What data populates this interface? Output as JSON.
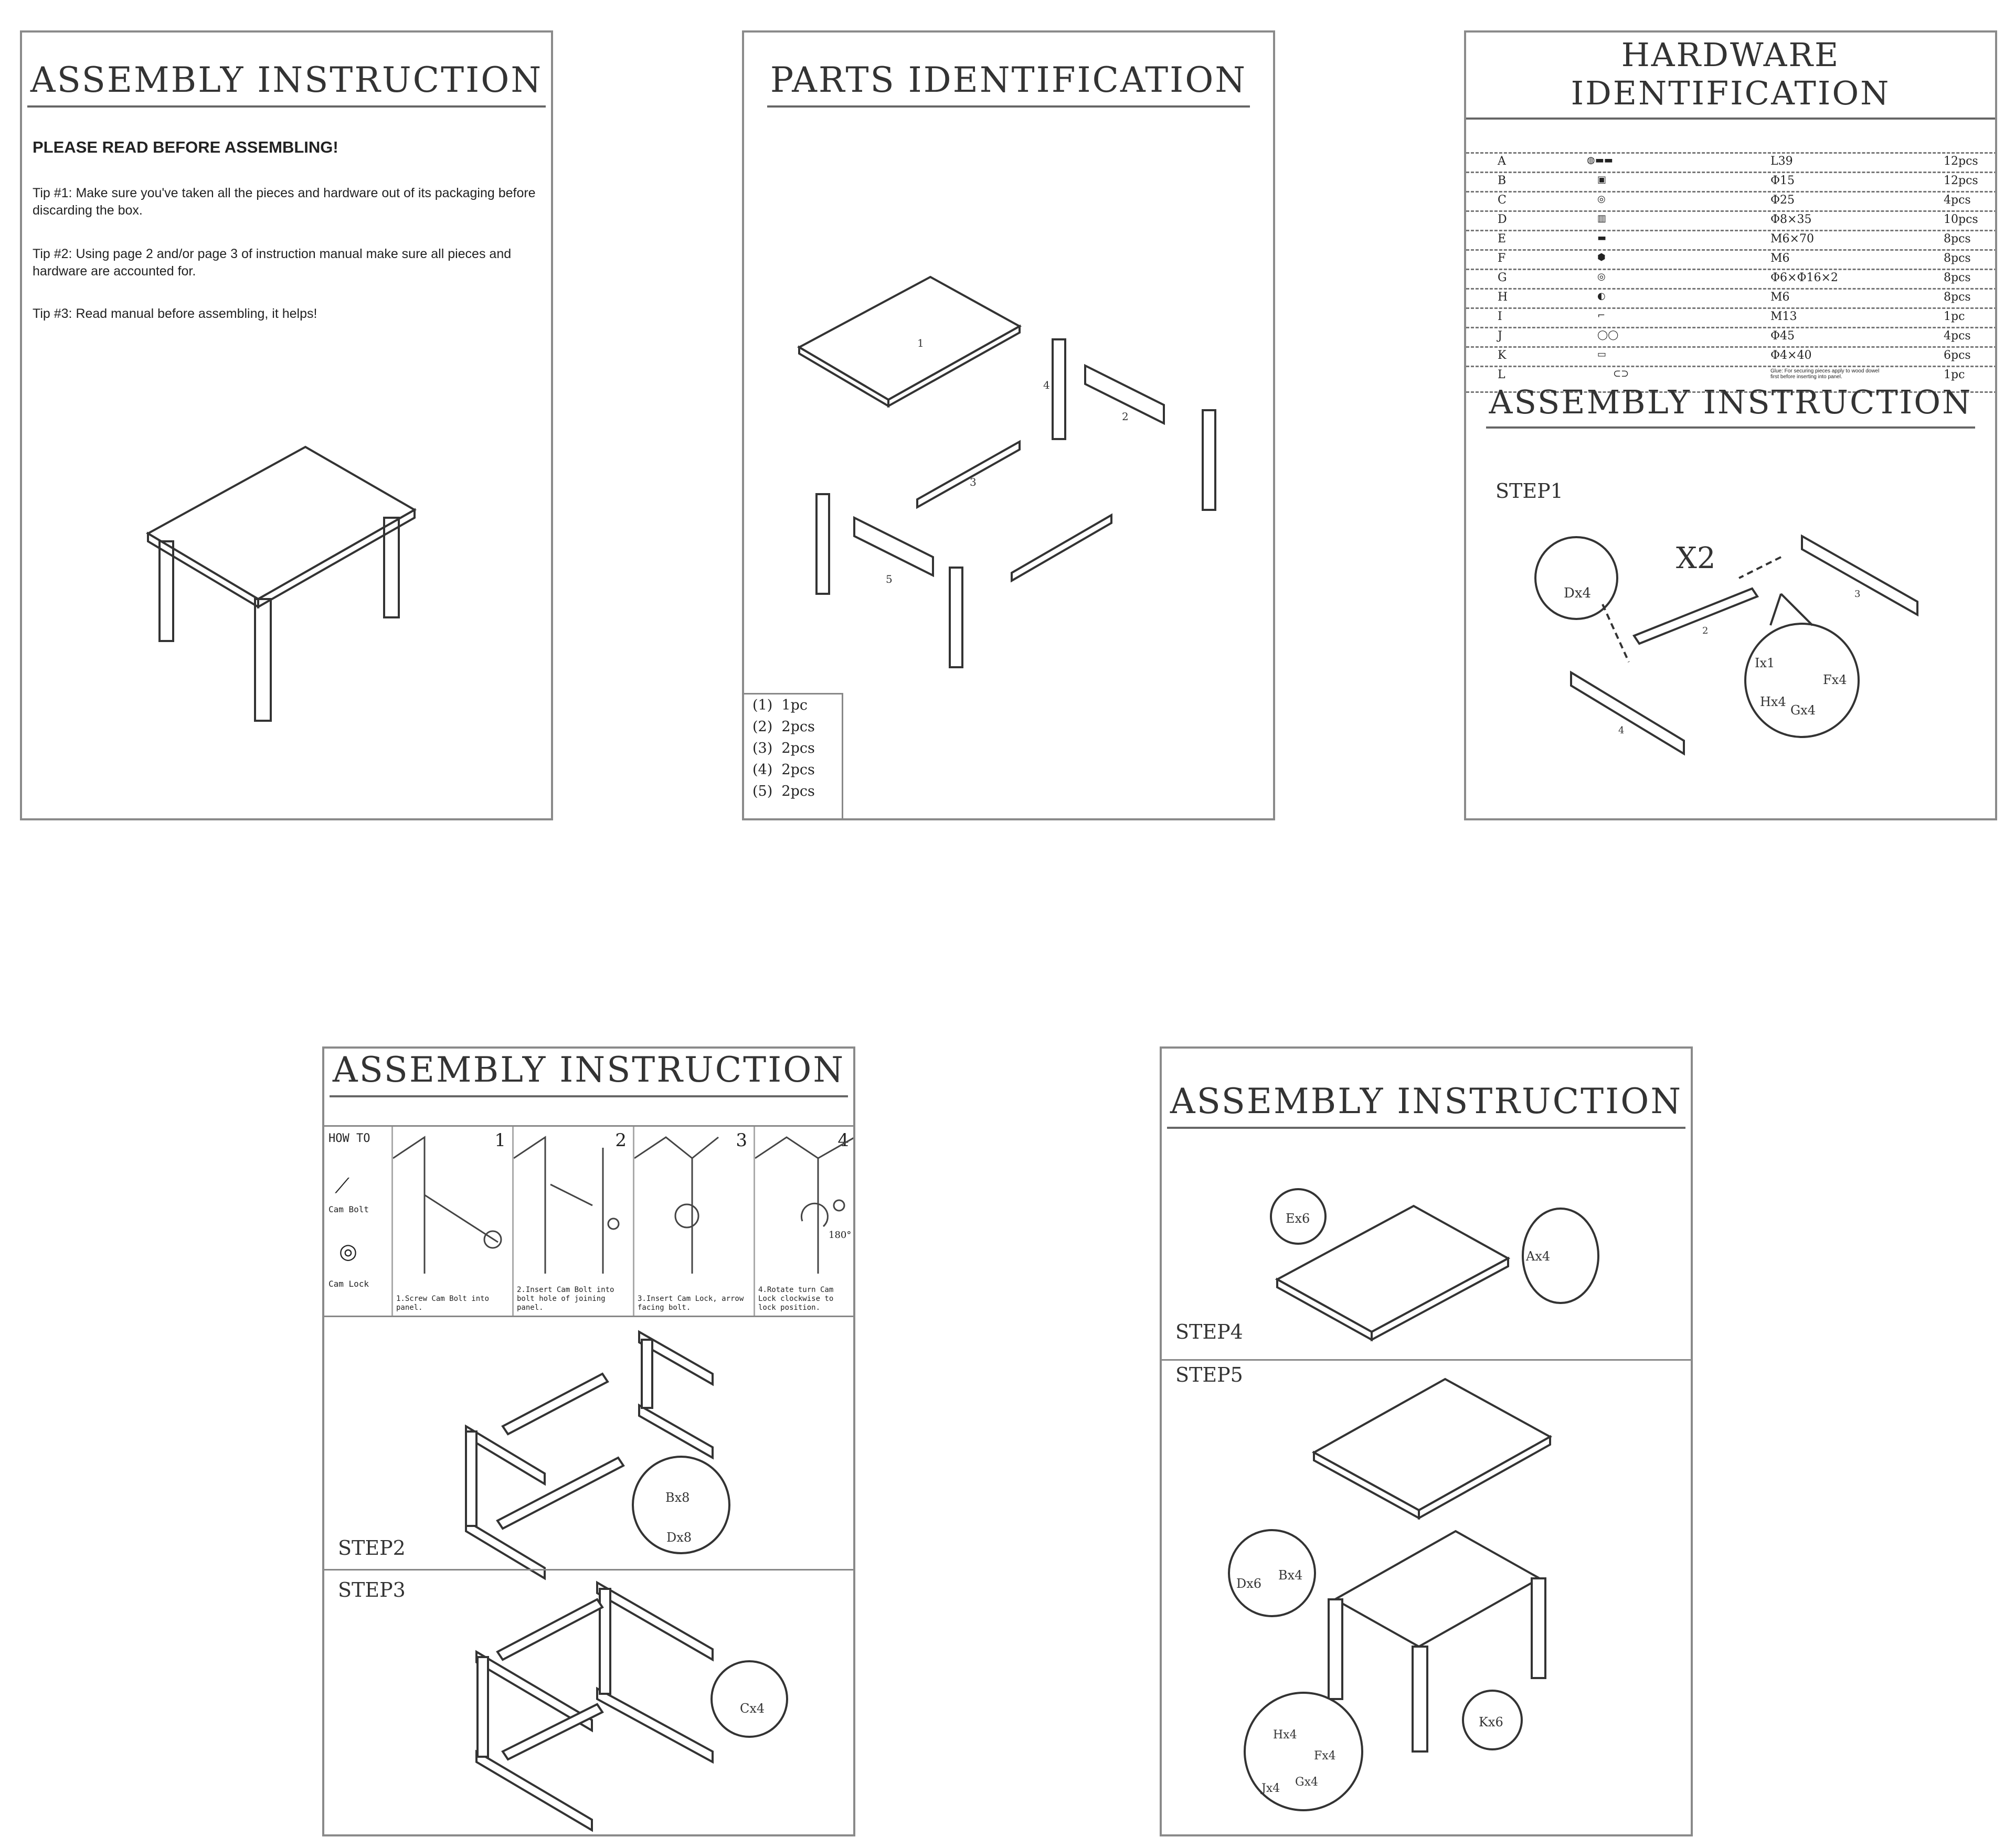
{
  "page1": {
    "title": "ASSEMBLY INSTRUCTION",
    "heading": "PLEASE READ BEFORE ASSEMBLING!",
    "tips": [
      "Tip #1: Make sure you've taken all the pieces and hardware out of its packaging before discarding the box.",
      "Tip #2: Using page 2 and/or page 3 of instruction manual make sure all pieces and hardware are accounted for.",
      "Tip #3: Read manual before assembling, it helps!"
    ]
  },
  "page2": {
    "title": "PARTS IDENTIFICATION",
    "part_labels": [
      "1",
      "2",
      "3",
      "4",
      "5"
    ],
    "legend": [
      {
        "id": "(1)",
        "qty": "1pc"
      },
      {
        "id": "(2)",
        "qty": "2pcs"
      },
      {
        "id": "(3)",
        "qty": "2pcs"
      },
      {
        "id": "(4)",
        "qty": "2pcs"
      },
      {
        "id": "(5)",
        "qty": "2pcs"
      }
    ]
  },
  "page3": {
    "title": "HARDWARE IDENTIFICATION",
    "hardware": [
      {
        "letter": "A",
        "spec": "L39",
        "qty": "12pcs"
      },
      {
        "letter": "B",
        "spec": "Φ15",
        "qty": "12pcs"
      },
      {
        "letter": "C",
        "spec": "Φ25",
        "qty": "4pcs"
      },
      {
        "letter": "D",
        "spec": "Φ8×35",
        "qty": "10pcs"
      },
      {
        "letter": "E",
        "spec": "M6×70",
        "qty": "8pcs"
      },
      {
        "letter": "F",
        "spec": "M6",
        "qty": "8pcs"
      },
      {
        "letter": "G",
        "spec": "Φ6×Φ16×2",
        "qty": "8pcs"
      },
      {
        "letter": "H",
        "spec": "M6",
        "qty": "8pcs"
      },
      {
        "letter": "I",
        "spec": "M13",
        "qty": "1pc"
      },
      {
        "letter": "J",
        "spec": "Φ45",
        "qty": "4pcs"
      },
      {
        "letter": "K",
        "spec": "Φ4×40",
        "qty": "6pcs"
      },
      {
        "letter": "L",
        "spec": "Glue: For securing pieces apply to wood dowel first before inserting into panel.",
        "qty": "1pc"
      }
    ],
    "subtitle": "ASSEMBLY INSTRUCTION",
    "step": "STEP1",
    "multiplier": "X2",
    "callouts": [
      "Dx4",
      "Ix1",
      "Fx4",
      "Hx4",
      "Gx4"
    ],
    "part_labels": [
      "2",
      "3",
      "4"
    ]
  },
  "page4": {
    "title": "ASSEMBLY INSTRUCTION",
    "howto": {
      "header": "HOW TO",
      "cam_bolt": "Cam Bolt",
      "cam_lock": "Cam Lock",
      "steps": [
        {
          "num": "1",
          "text": "1.Screw Cam Bolt into panel."
        },
        {
          "num": "2",
          "text": "2.Insert Cam Bolt into bolt hole of joining panel."
        },
        {
          "num": "3",
          "text": "3.Insert Cam Lock, arrow facing bolt."
        },
        {
          "num": "4",
          "text": "4.Rotate turn Cam Lock clockwise to lock position."
        }
      ],
      "angle": "180°"
    },
    "step2": "STEP2",
    "step2_callouts": [
      "Bx8",
      "Dx8"
    ],
    "step3": "STEP3",
    "step3_callouts": [
      "Cx4"
    ]
  },
  "page5": {
    "title": "ASSEMBLY INSTRUCTION",
    "step4": "STEP4",
    "step4_callouts": [
      "Ex6",
      "Ax4"
    ],
    "step5": "STEP5",
    "step5_callouts": [
      "Dx6",
      "Bx4",
      "Kx6",
      "Hx4",
      "Fx4",
      "Jx4",
      "Gx4"
    ]
  }
}
